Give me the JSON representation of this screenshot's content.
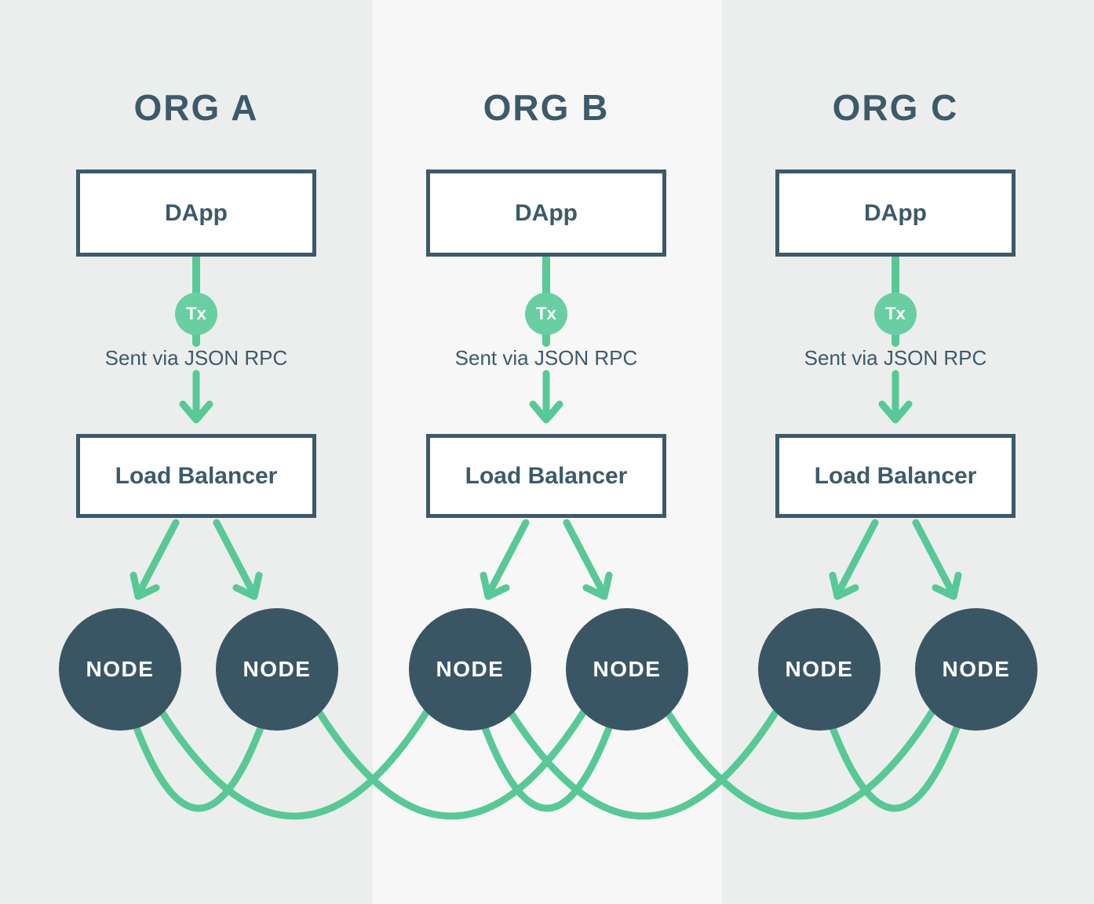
{
  "theme": {
    "band-side": "#ECEEED",
    "band-mid": "#F7F7F7",
    "green": "#58C897",
    "green-light": "#69CFA3",
    "slate": "#3C5A6A",
    "node-fill": "#3A5665",
    "box-bg": "#FFFFFF"
  },
  "orgs": [
    {
      "title": "ORG A",
      "dapp_label": "DApp",
      "tx_label": "Tx",
      "rpc_label": "Sent via JSON RPC",
      "lb_label": "Load Balancer",
      "nodes": [
        "NODE",
        "NODE"
      ]
    },
    {
      "title": "ORG B",
      "dapp_label": "DApp",
      "tx_label": "Tx",
      "rpc_label": "Sent via JSON RPC",
      "lb_label": "Load Balancer",
      "nodes": [
        "NODE",
        "NODE"
      ]
    },
    {
      "title": "ORG C",
      "dapp_label": "DApp",
      "tx_label": "Tx",
      "rpc_label": "Sent via JSON RPC",
      "lb_label": "Load Balancer",
      "nodes": [
        "NODE",
        "NODE"
      ]
    }
  ]
}
